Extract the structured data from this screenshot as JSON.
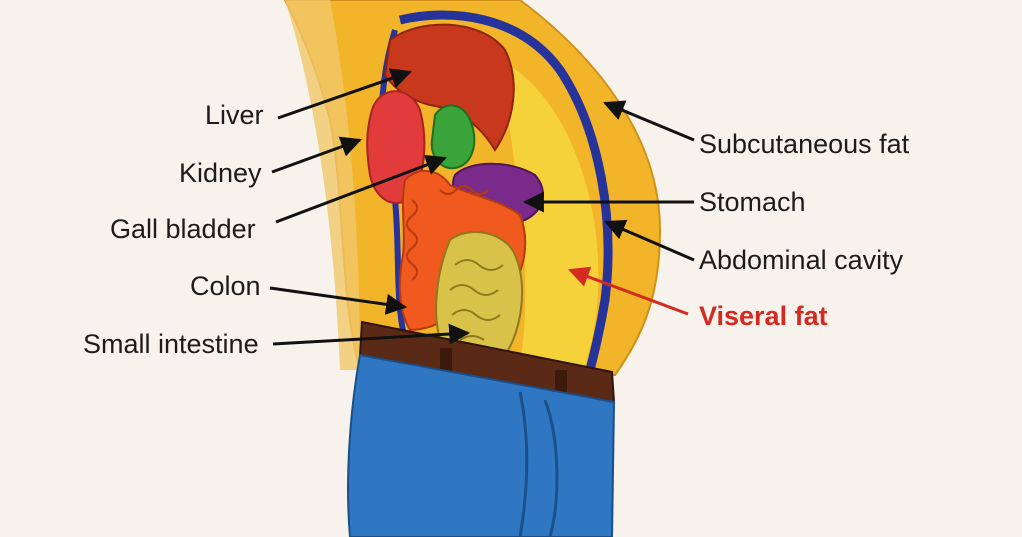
{
  "labels": {
    "liver": "Liver",
    "kidney": "Kidney",
    "gall_bladder": "Gall bladder",
    "colon": "Colon",
    "small_intestine": "Small intestine",
    "subcutaneous_fat": "Subcutaneous fat",
    "stomach": "Stomach",
    "abdominal_cavity": "Abdominal cavity",
    "visceral_fat": "Viseral fat"
  },
  "colors": {
    "background": "#f7f3ec",
    "label_text": "#1c1c1c",
    "highlight_text": "#d42a22",
    "subcutaneous_fat": "#f2b428",
    "visceral_fat": "#f6d23a",
    "liver": "#c8381c",
    "kidney": "#e23b3b",
    "gall_bladder": "#3aa43a",
    "stomach": "#7a2a8a",
    "colon": "#f05a1e",
    "small_intestine": "#d8c24a",
    "abdominal_wall": "#26339a",
    "belt": "#5a2a16",
    "jeans": "#2f77c2"
  }
}
